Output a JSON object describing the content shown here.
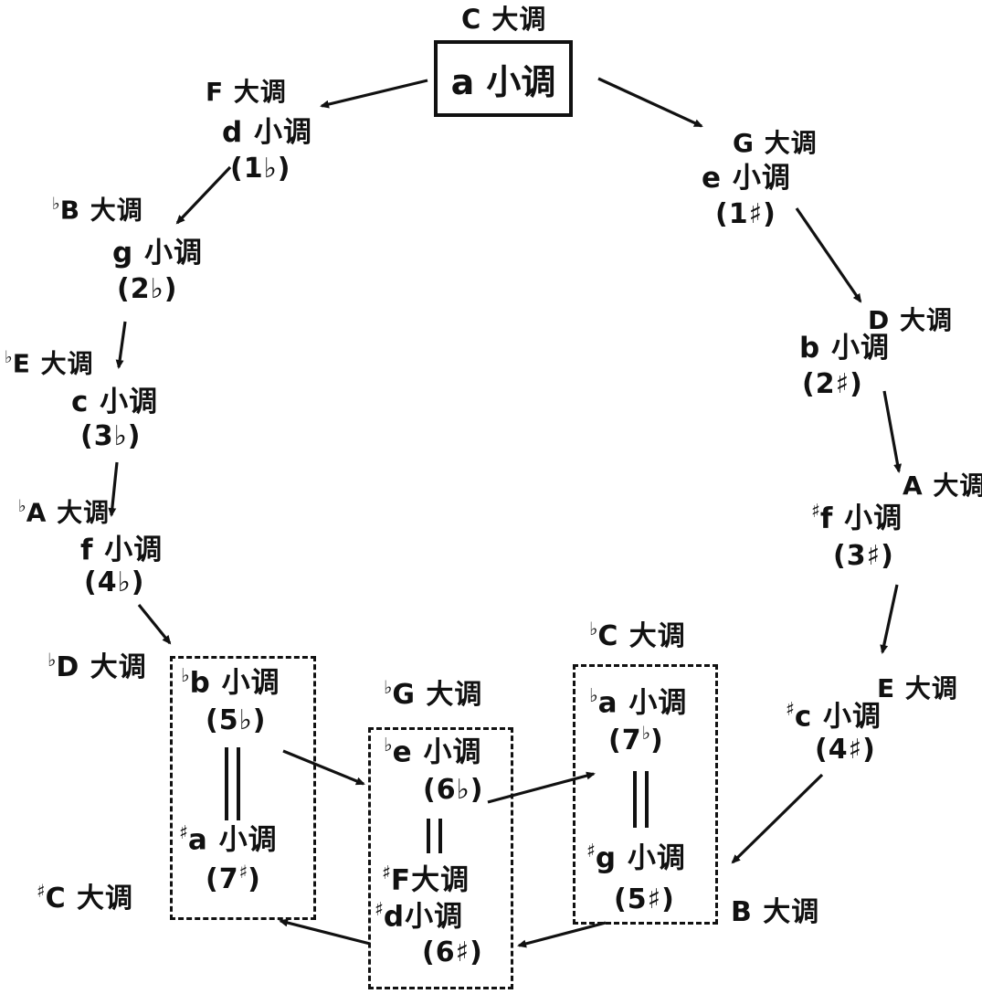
{
  "top": {
    "major": "C 大调",
    "minor": "a 小调"
  },
  "stations": {
    "f": {
      "major": "F 大调",
      "minor": "d 小调",
      "count": "(1♭)"
    },
    "g": {
      "major": "G 大调",
      "minor": "e 小调",
      "count": "(1♯)"
    },
    "bb": {
      "major_acc": "♭",
      "major": "B 大调",
      "minor": "g 小调",
      "count": "(2♭)"
    },
    "d": {
      "major": "D 大调",
      "minor": "b 小调",
      "count": "(2♯)"
    },
    "eb": {
      "major_acc": "♭",
      "major": "E 大调",
      "minor": "c 小调",
      "count": "(3♭)"
    },
    "a": {
      "major": "A 大调",
      "minor_acc": "♯",
      "minor": "f 小调",
      "count": "(3♯)"
    },
    "ab": {
      "major_acc": "♭",
      "major": "A 大调",
      "minor": "f 小调",
      "count": "(4♭)"
    },
    "e": {
      "major": "E 大调",
      "minor_acc": "♯",
      "minor": "c 小调",
      "count": "(4♯)"
    }
  },
  "outer_labels": {
    "db_major": {
      "acc": "♭",
      "text": "D 大调"
    },
    "gb_major": {
      "acc": "♭",
      "text": "G 大调"
    },
    "cb_major": {
      "acc": "♭",
      "text": "C 大调"
    },
    "cs_major": {
      "acc": "♯",
      "text": "C 大调"
    },
    "b_major": {
      "text": "B 大调"
    }
  },
  "boxes": {
    "box1": {
      "top_acc": "♭",
      "top_minor": "b 小调",
      "top_count": "(5♭)",
      "bottom_acc": "♯",
      "bottom_minor": "a 小调",
      "bottom_count_open": "(7",
      "bottom_count_acc": "♯",
      "bottom_count_close": ")"
    },
    "box2": {
      "top_acc": "♭",
      "top_minor": "e 小调",
      "top_count": "(6♭)",
      "bottom_acc1": "♯",
      "bottom_major": "F大调",
      "bottom_acc2": "♯",
      "bottom_minor": "d小调",
      "bottom_count": "(6♯)"
    },
    "box3": {
      "top_acc": "♭",
      "top_minor": "a 小调",
      "top_count_open": "(7",
      "top_count_acc": "♭",
      "top_count_close": ")",
      "bottom_acc": "♯",
      "bottom_minor": "g 小调",
      "bottom_count": "(5♯)"
    }
  }
}
